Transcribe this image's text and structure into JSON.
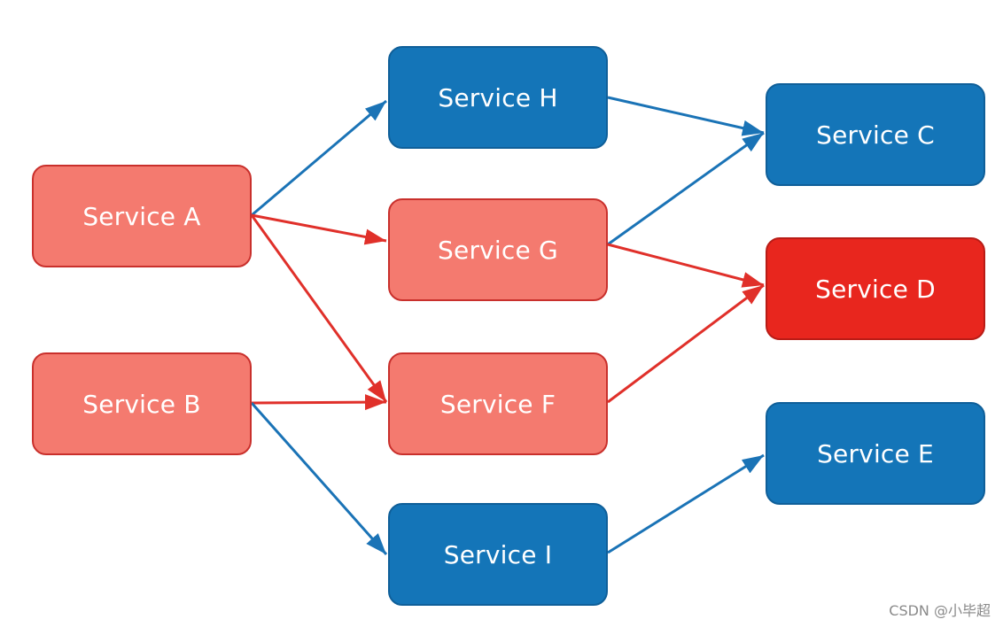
{
  "nodes": {
    "a": {
      "label": "Service A",
      "status": "degraded"
    },
    "b": {
      "label": "Service B",
      "status": "degraded"
    },
    "h": {
      "label": "Service H",
      "status": "healthy"
    },
    "g": {
      "label": "Service G",
      "status": "degraded"
    },
    "f": {
      "label": "Service F",
      "status": "degraded"
    },
    "i": {
      "label": "Service I",
      "status": "healthy"
    },
    "c": {
      "label": "Service C",
      "status": "healthy"
    },
    "d": {
      "label": "Service D",
      "status": "failed"
    },
    "e": {
      "label": "Service E",
      "status": "healthy"
    }
  },
  "edges": [
    {
      "from": "a",
      "to": "h",
      "color": "#1a73b6"
    },
    {
      "from": "a",
      "to": "g",
      "color": "#e0302a"
    },
    {
      "from": "a",
      "to": "f",
      "color": "#e0302a"
    },
    {
      "from": "b",
      "to": "f",
      "color": "#e0302a"
    },
    {
      "from": "b",
      "to": "i",
      "color": "#1a73b6"
    },
    {
      "from": "h",
      "to": "c",
      "color": "#1a73b6"
    },
    {
      "from": "g",
      "to": "c",
      "color": "#1a73b6"
    },
    {
      "from": "g",
      "to": "d",
      "color": "#e0302a"
    },
    {
      "from": "f",
      "to": "d",
      "color": "#e0302a"
    },
    {
      "from": "i",
      "to": "e",
      "color": "#1a73b6"
    }
  ],
  "colors": {
    "healthy": "#1475b8",
    "degraded": "#f47a6f",
    "failed": "#e8261e",
    "edge_blue": "#1a73b6",
    "edge_red": "#e0302a"
  },
  "watermark": "CSDN @小毕超"
}
